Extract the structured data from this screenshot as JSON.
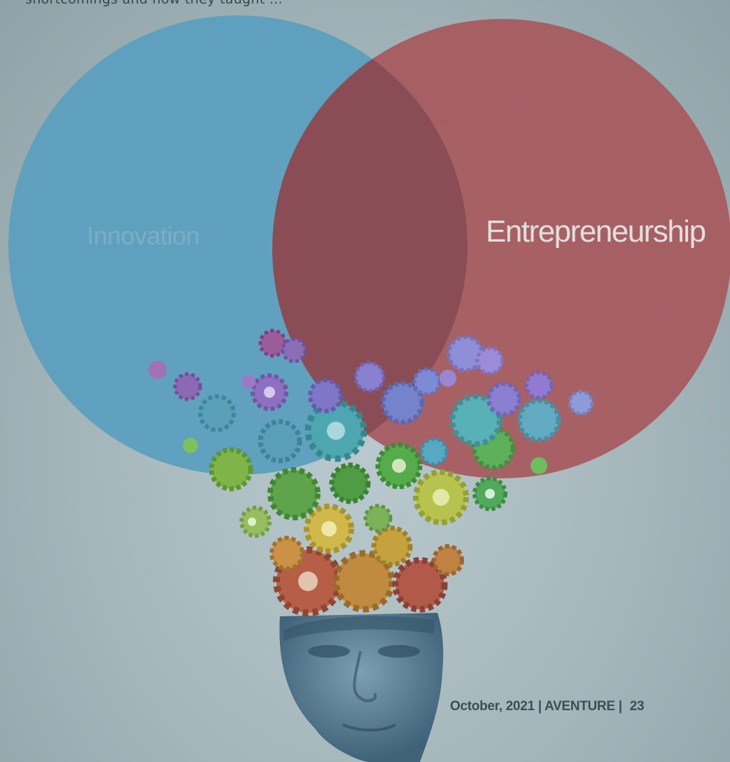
{
  "top_text": "shortcomings and how they taught ...",
  "diagram": {
    "left_label": "Innovation",
    "right_label": "Entrepreneurship",
    "left_color": "#5c9fbf",
    "right_color": "#a65c60",
    "overlap_color": "#8e4e55"
  },
  "footer": {
    "date": "October, 2021",
    "separator": "|",
    "magazine": "AVENTURE",
    "page_number": "23"
  }
}
